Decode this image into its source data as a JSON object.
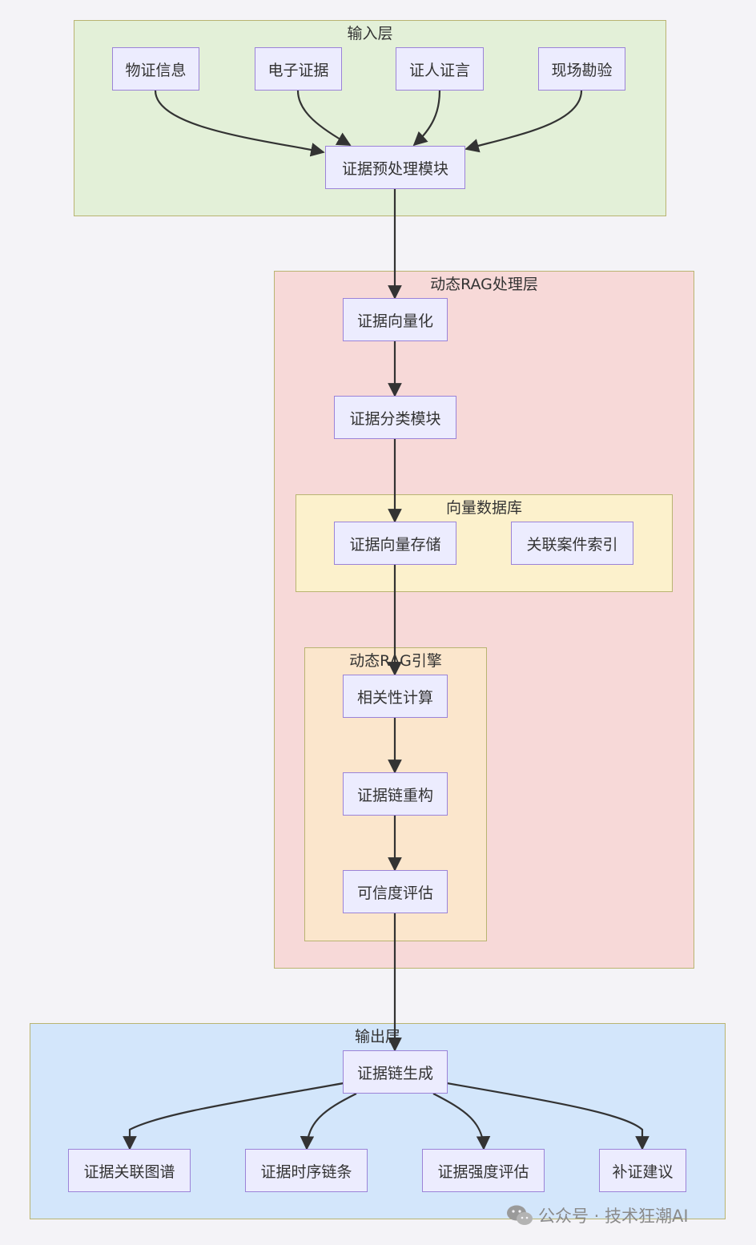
{
  "groups": {
    "input": {
      "title": "输入层",
      "color": "#e3f0d8"
    },
    "rag": {
      "title": "动态RAG处理层",
      "color": "#f7d9d8"
    },
    "vectordb": {
      "title": "向量数据库",
      "color": "#fcf1cc"
    },
    "engine": {
      "title": "动态RAG引擎",
      "color": "#fbe6cc"
    },
    "output": {
      "title": "输出层",
      "color": "#d3e6fb"
    }
  },
  "nodes": {
    "physical": "物证信息",
    "electronic": "电子证据",
    "testimony": "证人证言",
    "scene": "现场勘验",
    "preprocess": "证据预处理模块",
    "vectorize": "证据向量化",
    "classify": "证据分类模块",
    "store": "证据向量存储",
    "case_index": "关联案件索引",
    "relevance": "相关性计算",
    "reconstruct": "证据链重构",
    "credibility": "可信度评估",
    "chain_gen": "证据链生成",
    "graph": "证据关联图谱",
    "timeline": "证据时序链条",
    "strength": "证据强度评估",
    "supplement": "补证建议"
  },
  "watermark": {
    "text": "公众号 · 技术狂潮AI",
    "icon": "wechat-icon"
  }
}
